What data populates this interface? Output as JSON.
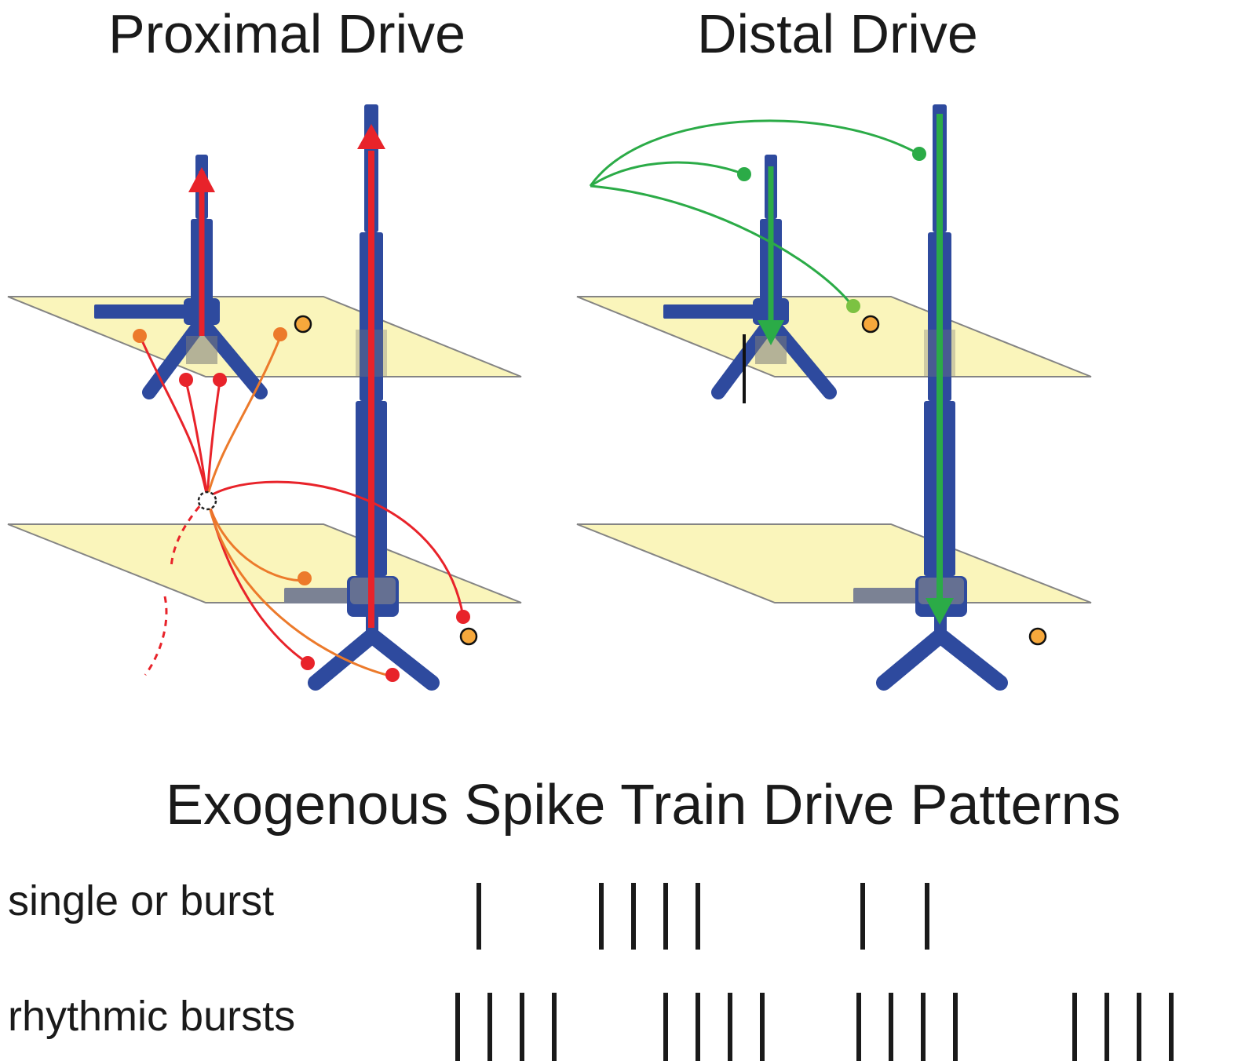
{
  "titles": {
    "proximal": "Proximal Drive",
    "distal": "Distal Drive",
    "patterns": "Exogenous Spike Train Drive Patterns"
  },
  "patterns": {
    "single_label": "single or burst",
    "rhythmic_label": "rhythmic bursts"
  },
  "colors": {
    "neuron": "#2e4a9e",
    "layer_plane": "#faf5b4",
    "proximal_input": "#e8232a",
    "proximal_input_orange": "#ec7a2b",
    "distal_input": "#2bab47",
    "interneuron": "#f6a83c"
  }
}
